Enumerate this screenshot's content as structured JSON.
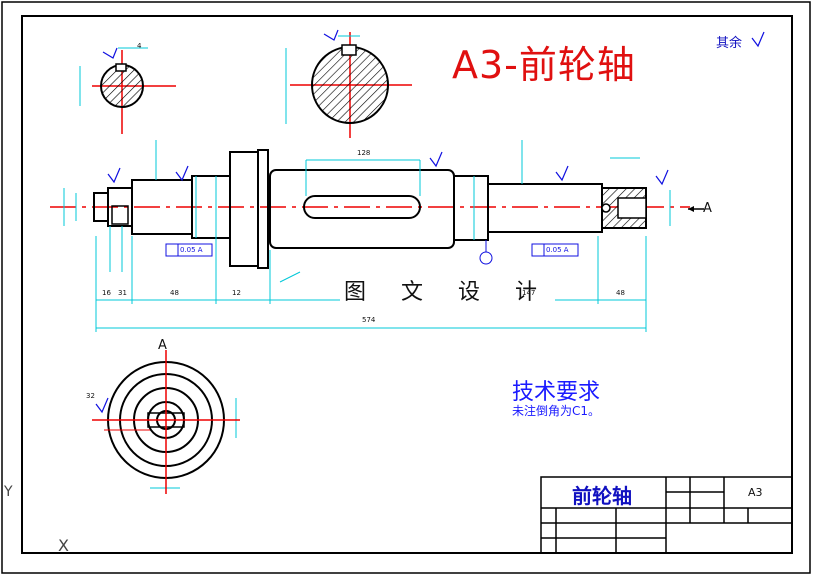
{
  "drawing": {
    "title": "A3-前轮轴",
    "roughness_note": "其余",
    "watermark": "图 文 设 计",
    "datum_label": "A",
    "datum_label_side": "A",
    "ucs_y": "Y",
    "ucs_x": "X"
  },
  "tech_requirements": {
    "heading": "技术要求",
    "text": "未注倒角为C1。"
  },
  "title_block": {
    "part_name": "前轮轴",
    "sheet_size": "A3"
  },
  "dimensions": {
    "total_length": "574",
    "len_key": "128",
    "dim_tol1": "0.05 A",
    "dim_tol2": "0.05 A",
    "seg1": "16",
    "seg2": "31",
    "seg3": "48",
    "seg4": "12",
    "seg5": "147",
    "seg6": "48",
    "small_r": "4",
    "big_r": "32"
  },
  "colors": {
    "outline": "#000000",
    "centerline": "#e00000",
    "dimension": "#00c8d8",
    "roughness": "#1010e0",
    "hatch": "#000000"
  }
}
